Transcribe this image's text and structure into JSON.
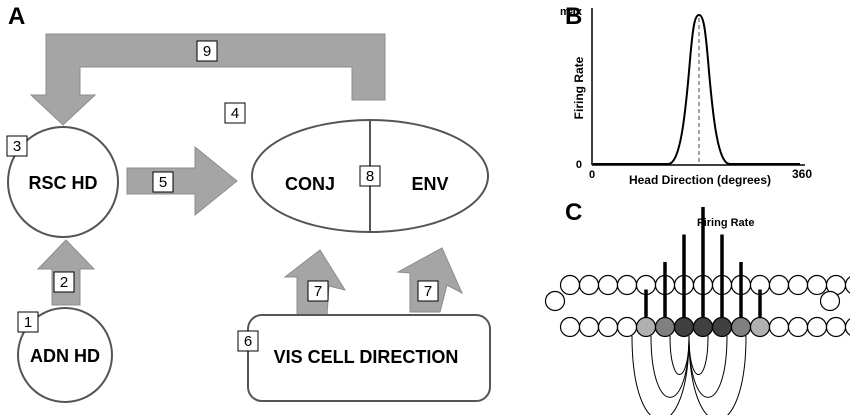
{
  "panels": {
    "a": "A",
    "b": "B",
    "c": "C"
  },
  "nodes": {
    "rsc": "RSC HD",
    "adn": "ADN HD",
    "conj": "CONJ",
    "env": "ENV",
    "vis": "VIS CELL DIRECTION"
  },
  "numbers": [
    "1",
    "2",
    "3",
    "4",
    "5",
    "6",
    "7",
    "7",
    "8",
    "9"
  ],
  "panel_b": {
    "ymax": "max",
    "y0": "0",
    "x360": "360",
    "ylabel": "Firing Rate",
    "xlabel": "Head Direction (degrees)"
  },
  "panel_c": {
    "label": "Firing Rate",
    "bar_heights": [
      0.25,
      0.5,
      0.75,
      1.0,
      0.75,
      0.5,
      0.25
    ]
  },
  "colors": {
    "arrow": "#a5a5a5",
    "active_light": "#b0b0b0",
    "active_mid": "#808080",
    "active_dark": "#404040"
  }
}
